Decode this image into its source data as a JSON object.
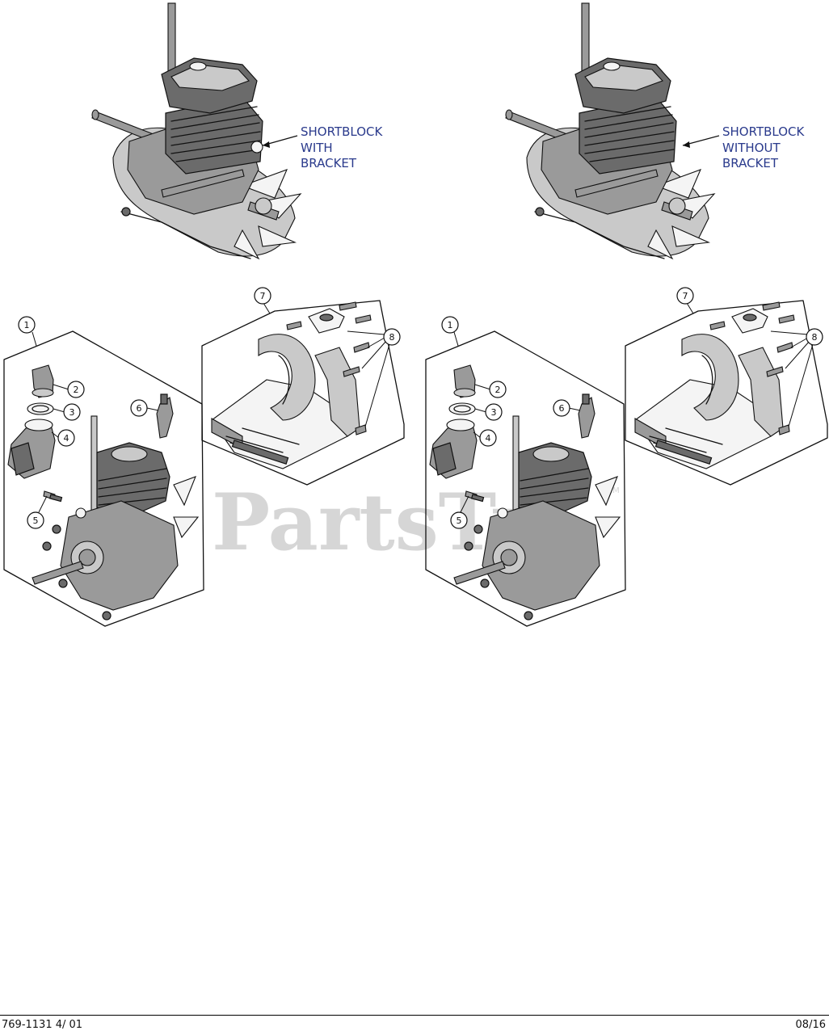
{
  "watermark": {
    "text": "PartsTr",
    "tm": "TM"
  },
  "top_left": {
    "callout_lines": [
      "SHORTBLOCK",
      "WITH",
      "BRACKET"
    ]
  },
  "top_right": {
    "callout_lines": [
      "SHORTBLOCK",
      "WITHOUT",
      "BRACKET"
    ]
  },
  "left_group": {
    "part_numbers": [
      "1",
      "2",
      "3",
      "4",
      "5",
      "6",
      "7",
      "8"
    ]
  },
  "right_group": {
    "part_numbers": [
      "1",
      "2",
      "3",
      "4",
      "5",
      "6",
      "7",
      "8"
    ]
  },
  "footer": {
    "doc_number": "769-1131 4/ 01",
    "date": "08/16"
  }
}
